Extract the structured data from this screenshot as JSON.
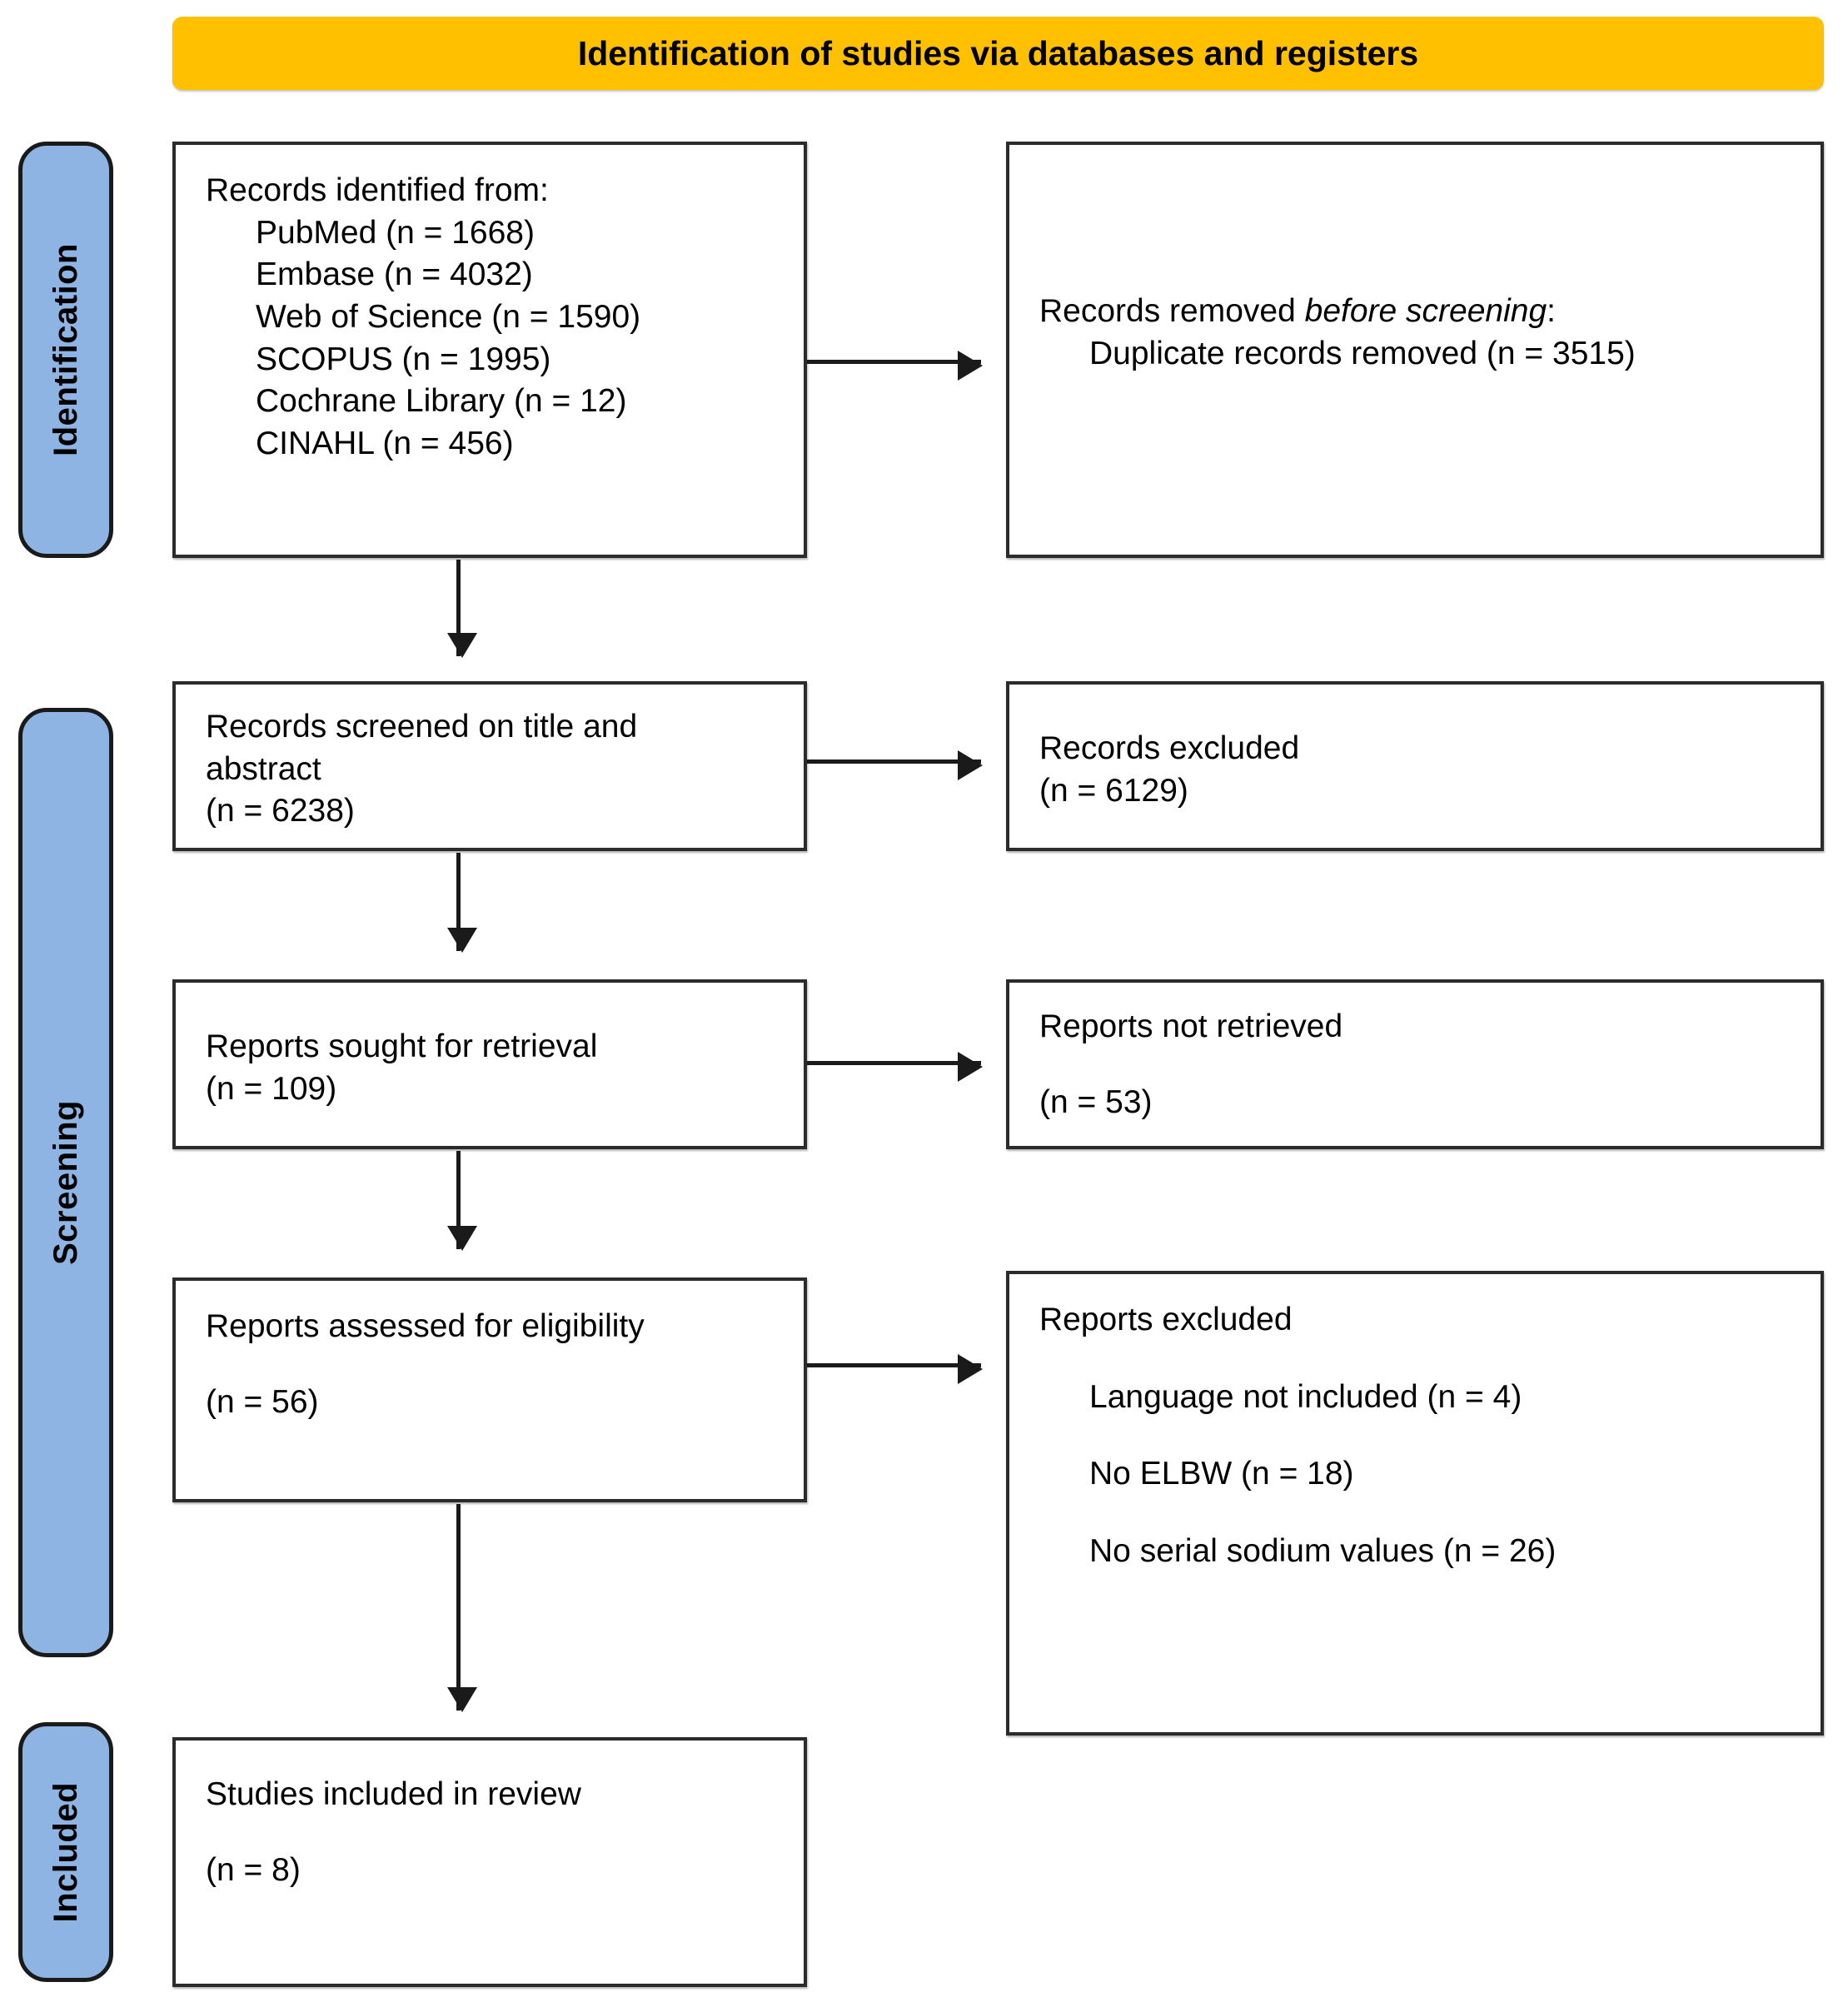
{
  "diagram": {
    "type": "prisma-flow-diagram",
    "header": {
      "title": "Identification of studies via databases and registers",
      "color": "#FFC000"
    },
    "phases": [
      {
        "id": "identification",
        "label": "Identification",
        "color": "#8DB4E2"
      },
      {
        "id": "screening",
        "label": "Screening",
        "color": "#8DB4E2"
      },
      {
        "id": "included",
        "label": "Included",
        "color": "#8DB4E2"
      }
    ],
    "boxes": {
      "records_identified": {
        "title": "Records identified from:",
        "sources": [
          "PubMed (n = 1668)",
          "Embase (n = 4032)",
          "Web of Science (n = 1590)",
          "SCOPUS (n = 1995)",
          "Cochrane Library (n = 12)",
          "CINAHL (n = 456)"
        ]
      },
      "records_removed": {
        "title_lead": "Records removed ",
        "title_italic": "before screening",
        "title_tail": ":",
        "detail": "Duplicate records removed (n = 3515)"
      },
      "records_screened": {
        "line1": "Records screened on title and",
        "line2": "abstract",
        "count": "(n = 6238)"
      },
      "records_excluded": {
        "title": "Records excluded",
        "count": "(n = 6129)"
      },
      "reports_sought": {
        "title": "Reports sought for retrieval",
        "count": "(n = 109)"
      },
      "reports_not_retrieved": {
        "title": "Reports not retrieved",
        "count": "(n = 53)"
      },
      "reports_assessed": {
        "title": "Reports assessed for eligibility",
        "count": "(n = 56)"
      },
      "reports_excluded": {
        "title": "Reports excluded",
        "reasons": [
          "Language not included (n = 4)",
          "No ELBW (n = 18)",
          "No serial sodium values (n = 26)"
        ]
      },
      "studies_included": {
        "title": "Studies included in review",
        "count": "(n = 8)"
      }
    }
  },
  "chart_data": {
    "type": "diagram",
    "title": "Identification of studies via databases and registers",
    "nodes": [
      {
        "id": "records_identified",
        "phase": "Identification",
        "label": "Records identified from:",
        "values": {
          "PubMed": 1668,
          "Embase": 4032,
          "Web of Science": 1590,
          "SCOPUS": 1995,
          "Cochrane Library": 12,
          "CINAHL": 456
        }
      },
      {
        "id": "records_removed",
        "phase": "Identification",
        "label": "Records removed before screening: Duplicate records removed",
        "n": 3515
      },
      {
        "id": "records_screened",
        "phase": "Screening",
        "label": "Records screened on title and abstract",
        "n": 6238
      },
      {
        "id": "records_excluded",
        "phase": "Screening",
        "label": "Records excluded",
        "n": 6129
      },
      {
        "id": "reports_sought",
        "phase": "Screening",
        "label": "Reports sought for retrieval",
        "n": 109
      },
      {
        "id": "reports_not_retrieved",
        "phase": "Screening",
        "label": "Reports not retrieved",
        "n": 53
      },
      {
        "id": "reports_assessed",
        "phase": "Screening",
        "label": "Reports assessed for eligibility",
        "n": 56
      },
      {
        "id": "reports_excluded",
        "phase": "Screening",
        "label": "Reports excluded",
        "reasons": {
          "Language not included": 4,
          "No ELBW": 18,
          "No serial sodium values": 26
        }
      },
      {
        "id": "studies_included",
        "phase": "Included",
        "label": "Studies included in review",
        "n": 8
      }
    ],
    "edges": [
      {
        "from": "records_identified",
        "to": "records_removed"
      },
      {
        "from": "records_identified",
        "to": "records_screened"
      },
      {
        "from": "records_screened",
        "to": "records_excluded"
      },
      {
        "from": "records_screened",
        "to": "reports_sought"
      },
      {
        "from": "reports_sought",
        "to": "reports_not_retrieved"
      },
      {
        "from": "reports_sought",
        "to": "reports_assessed"
      },
      {
        "from": "reports_assessed",
        "to": "reports_excluded"
      },
      {
        "from": "reports_assessed",
        "to": "studies_included"
      }
    ]
  }
}
